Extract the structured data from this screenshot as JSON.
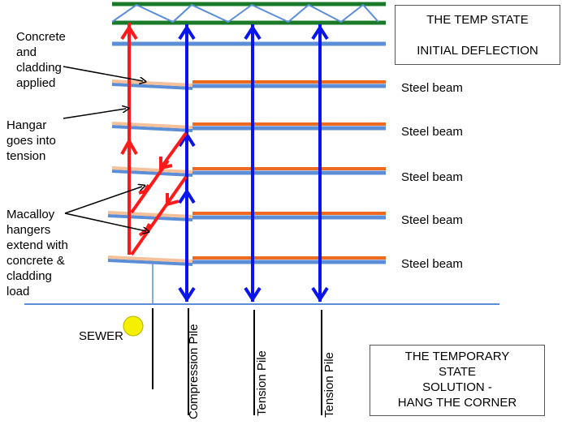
{
  "labels": {
    "concrete": [
      "Concrete",
      "and",
      "cladding",
      "applied"
    ],
    "hangar": [
      "Hangar",
      "goes into",
      "tension"
    ],
    "macalloy": [
      "Macalloy",
      "hangers",
      "extend with",
      "concrete &",
      "cladding",
      "load"
    ],
    "sewer": "SEWER"
  },
  "beams": [
    "Steel beam",
    "Steel beam",
    "Steel beam",
    "Steel beam",
    "Steel beam"
  ],
  "piles": [
    "Compression Pile",
    "Tension Pile",
    "Tension Pile"
  ],
  "top_box": {
    "line1": "THE TEMP STATE",
    "line2": "INITIAL DEFLECTION"
  },
  "bottom_box": {
    "line1": "THE TEMPORARY",
    "line2": "STATE",
    "line3": "SOLUTION -",
    "line4": "HANG THE CORNER"
  },
  "colors": {
    "truss": "#1a7a2a",
    "beam": "#5b8ed6",
    "orange": "#ee6a1e",
    "beige": "#f4c19a",
    "hanger": "#ff1a1a",
    "force": "#0a14f0",
    "sewer": "#f5f000"
  }
}
